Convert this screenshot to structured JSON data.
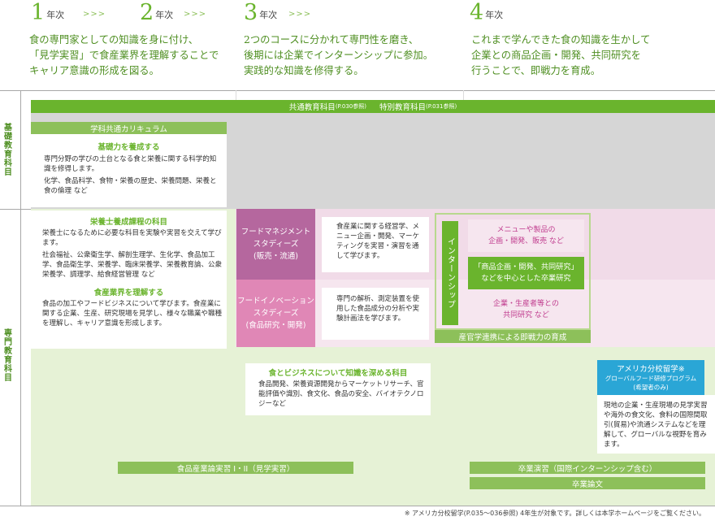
{
  "years": [
    {
      "num": "1",
      "label": "年次",
      "arrow": ">>>"
    },
    {
      "num": "2",
      "label": "年次",
      "arrow": ">>>"
    },
    {
      "num": "3",
      "label": "年次",
      "arrow": ">>>"
    },
    {
      "num": "4",
      "label": "年次"
    }
  ],
  "descriptions": {
    "y12": [
      "食の専門家としての知識を身に付け、",
      "「見学実習」で食産業界を理解することで",
      "キャリア意識の形成を図る。"
    ],
    "y3": [
      "2つのコースに分かれて専門性を磨き、",
      "後期には企業でインターンシップに参加。",
      "実践的な知識を修得する。"
    ],
    "y4": [
      "これまで学んできた食の知識を生かして",
      "企業との商品企画・開発、共同研究を",
      "行うことで、即戦力を育成。"
    ]
  },
  "side": {
    "basic": "基礎教育科目",
    "special": "専門教育科目"
  },
  "common_bar": {
    "label1": "共通教育科目",
    "ref1": "(P.030参照)",
    "label2": "特別教育科目",
    "ref2": "(P.031参照)"
  },
  "dept_curriculum": "学科共通カリキュラム",
  "basic_block": {
    "title": "基礎力を養成する",
    "text1": "専門分野の学びの土台となる食と栄養に関する科学的知識を修得します。",
    "text2": "化学、食品科学、食物・栄養の歴史、栄養問題、栄養と食の倫理 など"
  },
  "dietitian_block": {
    "title": "栄養士養成課程の科目",
    "text1": "栄養士になるために必要な科目を実験や実習を交えて学びます。",
    "text2": "社会福祉、公衆衛生学、解剖生理学、生化学、食品加工学、食品衛生学、栄養学、臨床栄養学、栄養教育論、公衆栄養学、調理学、給食経営管理 など"
  },
  "industry_block": {
    "title": "食産業界を理解する",
    "text1": "食品の加工やフードビジネスについて学びます。食産業に関する企業、生産、研究現場を見学し、様々な職業や職種を理解し、キャリア意識を形成します。"
  },
  "fm_course": {
    "line1": "フードマネジメント",
    "line2": "スタディーズ",
    "line3": "(販売・流通)"
  },
  "fm_desc": "食産業に関する経営学、メニュー企画・開発、マーケティングを実習・演習を通して学びます。",
  "fi_course": {
    "line1": "フードイノベーション",
    "line2": "スタディーズ",
    "line3": "(食品研究・開発)"
  },
  "fi_desc": "専門の解析、測定装置を使用した食品成分の分析や実験計画法を学びます。",
  "internship": "インターンシップ",
  "menu_dev": {
    "line1": "メニューや製品の",
    "line2": "企画・開発、販売 など"
  },
  "grad_research": {
    "line1": "「商品企画・開発、共同研究」",
    "line2": "などを中心とした卒業研究"
  },
  "joint_research": {
    "line1": "企業・生産者等との",
    "line2": "共同研究 など"
  },
  "industry_academia": "産官学連携による即戦力の育成",
  "business_block": {
    "title": "食とビジネスについて知識を深める科目",
    "text": "食品開発、栄養資源開発からマーケットリサーチ、官能評価や識別、食文化、食品の安全、バイオテクノロジーなど"
  },
  "america": {
    "title": "アメリカ分校留学※",
    "sub1": "グローバルフード研修プログラム",
    "sub2": "(希望者のみ)"
  },
  "america_desc": "現地の企業・生産現場の見学実習や海外の食文化、食料の国際間取引(貿易)や流通システムなどを理解して、グローバルな視野を育みます。",
  "practicum": "食品産業論実習 I・II（見学実習）",
  "seminar": "卒業演習（国際インターンシップ含む）",
  "thesis": "卒業論文",
  "footnote": "※ アメリカ分校留学(P.035〜036参照) 4年生が対象です。詳しくは本学ホームページをご覧ください。",
  "colors": {
    "green": "#6ab42d",
    "pink_dark": "#b5679e",
    "pink_mid": "#e087b6",
    "pink_light": "#f1dbe8",
    "pink_lighter": "#f6e6ef",
    "blue": "#2aa6d6",
    "lightgreen": "#e6f2d6",
    "gray": "#d6d6d6"
  }
}
